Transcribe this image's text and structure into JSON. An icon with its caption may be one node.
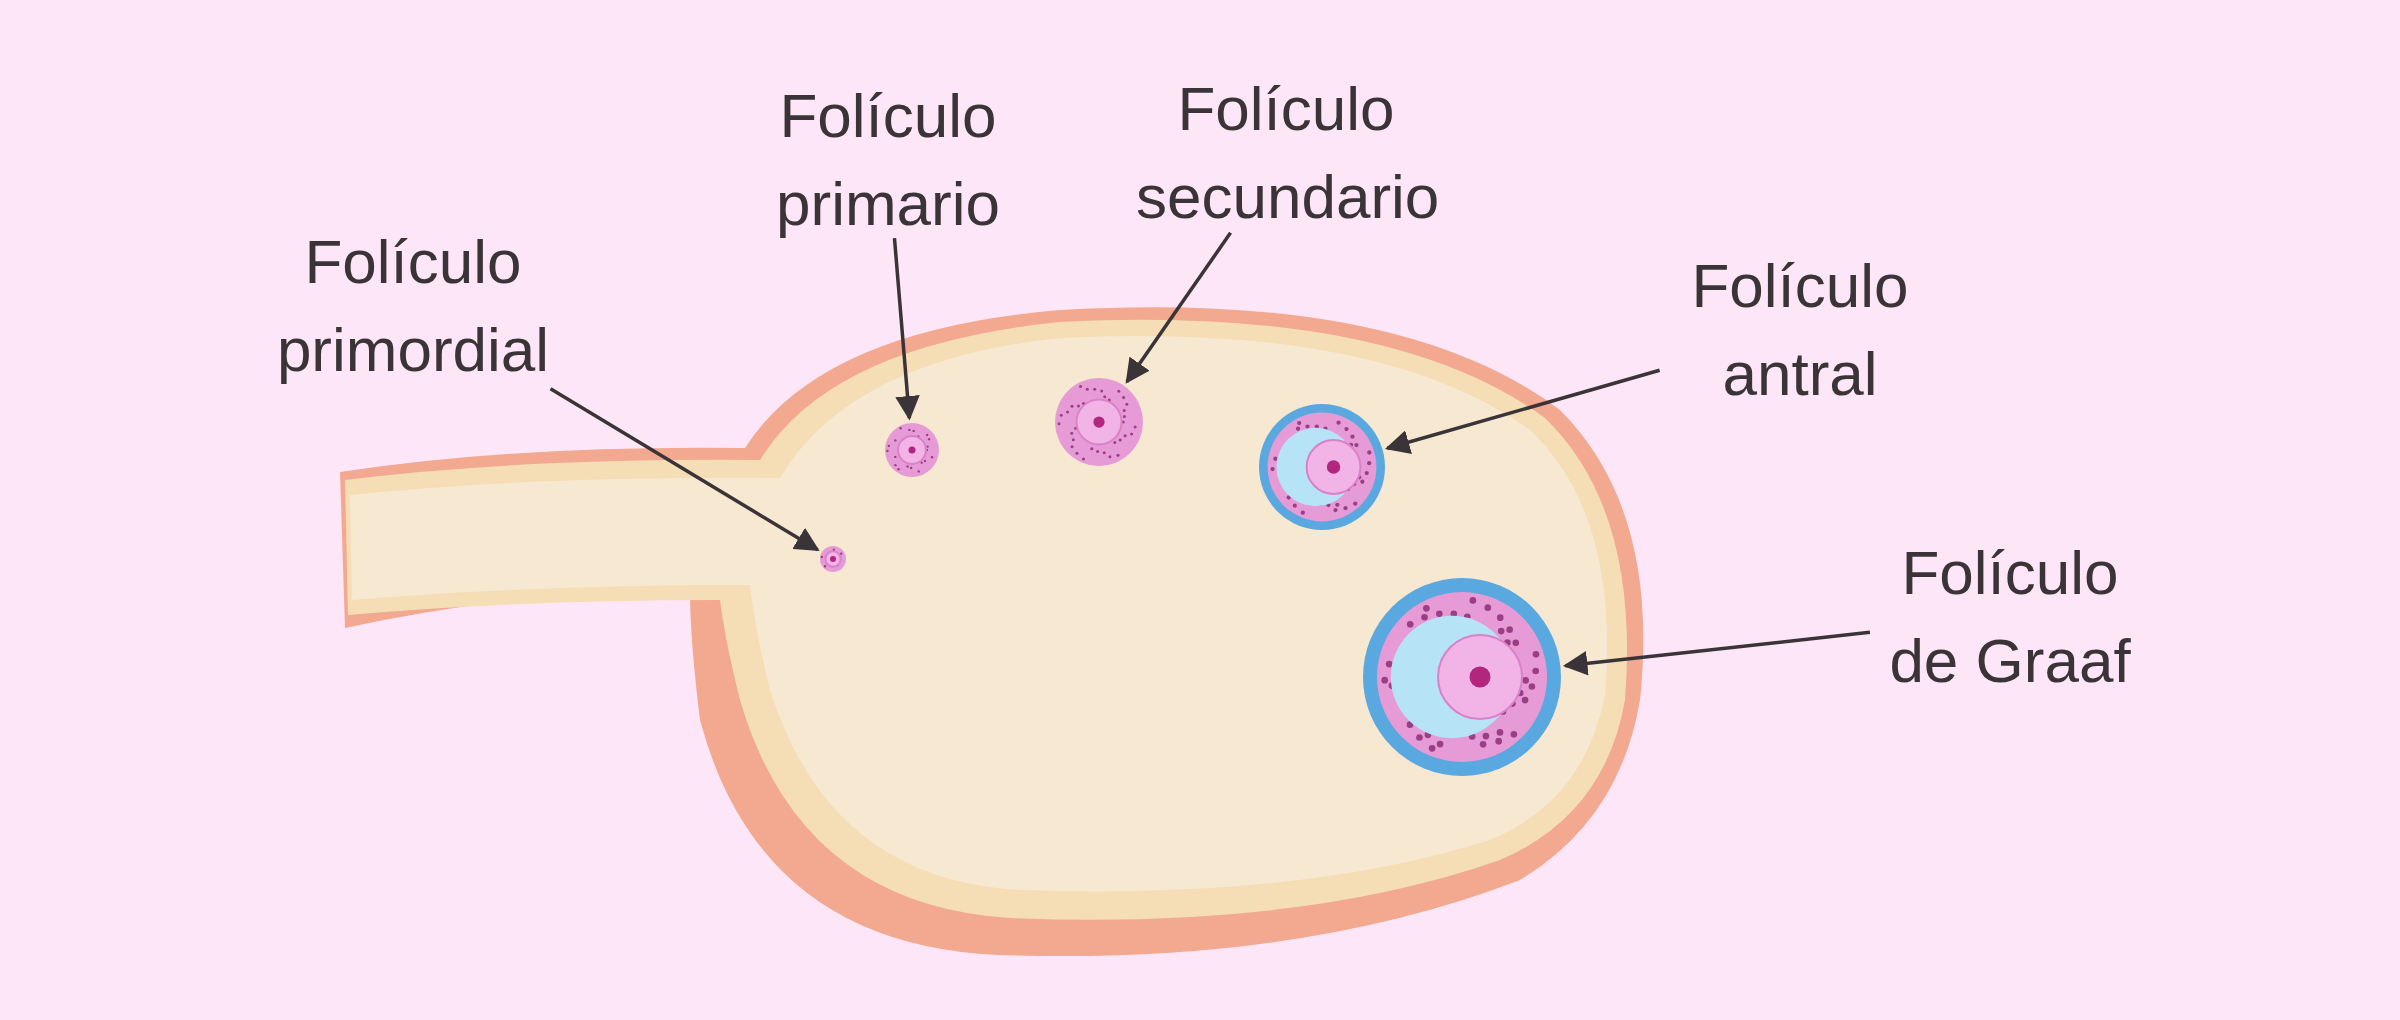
{
  "diagram": {
    "nodes": [
      {
        "text": [
          "Folículo primordial"
        ]
      },
      {
        "text": [
          "Folículo primario"
        ]
      },
      {
        "text": [
          "Folículo secundario"
        ]
      },
      {
        "text": [
          "Folículo antral"
        ]
      },
      {
        "text": [
          "Folículo de Graaf"
        ]
      },
      {
        "text": [],
        "shape": "picture"
      },
      {
        "text": [],
        "shape": "picture"
      },
      {
        "text": [],
        "shape": "picture"
      },
      {
        "text": [],
        "shape": "picture"
      },
      {
        "text": [],
        "shape": "picture"
      }
    ],
    "edges": [
      {
        "from": 0,
        "to": 5,
        "arrow": "to"
      },
      {
        "from": 1,
        "to": 6,
        "arrow": "to"
      },
      {
        "from": 2,
        "to": 7,
        "arrow": "to"
      },
      {
        "from": 3,
        "to": 8,
        "arrow": "to"
      },
      {
        "from": 4,
        "to": 9,
        "arrow": "to"
      }
    ]
  }
}
